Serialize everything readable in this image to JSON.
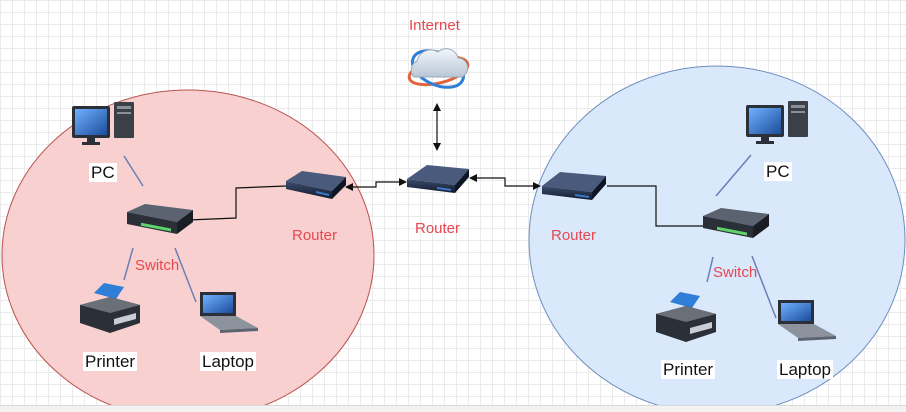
{
  "internet_label": "Internet",
  "center_router_label": "Router",
  "left_network": {
    "pc_label": "PC",
    "switch_label": "Switch",
    "router_label": "Router",
    "printer_label": "Printer",
    "laptop_label": "Laptop",
    "fill_color": "#f8d0cf",
    "stroke_color": "#b85450"
  },
  "right_network": {
    "pc_label": "PC",
    "switch_label": "Switch",
    "router_label": "Router",
    "printer_label": "Printer",
    "laptop_label": "Laptop",
    "fill_color": "#dae8fc",
    "stroke_color": "#6c8ebf"
  },
  "colors": {
    "label_red": "#e8474f",
    "device_dark": "#1f2a3f",
    "device_blue": "#3b78c8",
    "link_line": "#6a7fb5"
  }
}
